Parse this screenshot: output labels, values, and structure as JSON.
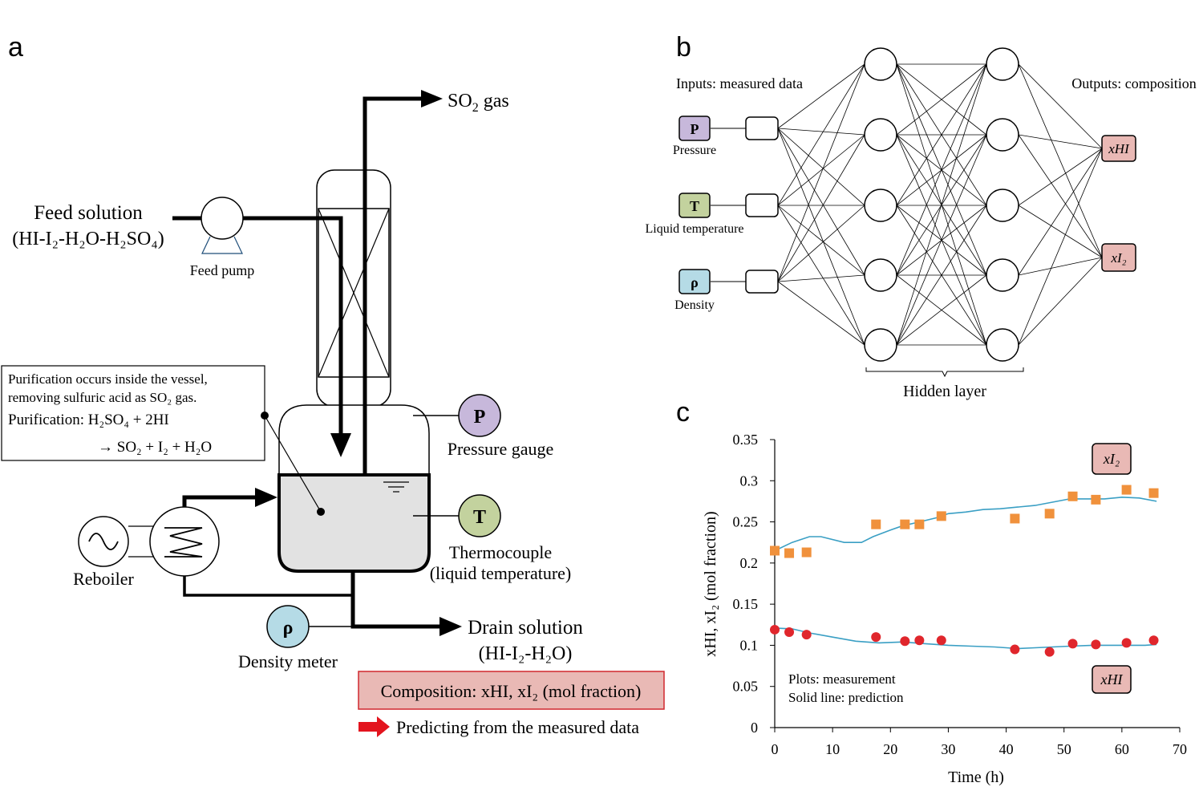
{
  "panel_a": {
    "letter": "a",
    "so2_gas": "SO",
    "so2_gas_sub": "2",
    "so2_gas_tail": " gas",
    "feed_solution": "Feed solution",
    "feed_comp": "(HI-I₂-H₂O-H₂SO₄)",
    "feed_pump": "Feed pump",
    "note_line1": "Purification occurs inside the vessel,",
    "note_line2": "removing sulfuric acid as SO₂ gas.",
    "note_line3": "Purification: H₂SO₄ + 2HI",
    "note_line4": "→ SO₂ + I₂ + H₂O",
    "pressure_symbol": "P",
    "pressure_label": "Pressure gauge",
    "thermo_symbol": "T",
    "thermo_label1": "Thermocouple",
    "thermo_label2": "(liquid temperature)",
    "reboiler": "Reboiler",
    "density_symbol": "ρ",
    "density_label": "Density meter",
    "drain_solution": "Drain solution",
    "drain_comp": "(HI-I₂-H₂O)",
    "composition": "Composition: xHI, xI₂ (mol fraction)",
    "predicting": "Predicting from the measured data",
    "colors": {
      "pressure": "#c7b8db",
      "thermo": "#c3d29e",
      "density": "#b5dbe6",
      "composition": "#e9b9b5",
      "composition_border": "#d0282e",
      "arrow_red": "#e3141e",
      "liquid": "#e2e2e2"
    }
  },
  "panel_b": {
    "letter": "b",
    "inputs_title": "Inputs: measured data",
    "outputs_title": "Outputs: composition",
    "inputs": [
      {
        "symbol": "P",
        "label": "Pressure"
      },
      {
        "symbol": "T",
        "label": "Liquid temperature"
      },
      {
        "symbol": "ρ",
        "label": "Density"
      }
    ],
    "outputs": [
      "xHI",
      "xI₂"
    ],
    "hidden_label": "Hidden layer"
  },
  "panel_c": {
    "letter": "c",
    "legend1": "Plots: measurement",
    "legend2": "Solid line: prediction",
    "label_i2": "xI₂",
    "label_hi": "xHI"
  },
  "chart_data": {
    "type": "scatter",
    "xlabel": "Time (h)",
    "ylabel": "xHI, xI₂ (mol fraction)",
    "xlim": [
      0,
      70
    ],
    "ylim": [
      0,
      0.35
    ],
    "xticks": [
      0,
      10,
      20,
      30,
      40,
      50,
      60,
      70
    ],
    "yticks": [
      "0",
      "0.05",
      "0.1",
      "0.15",
      "0.2",
      "0.25",
      "0.3",
      "0.35"
    ],
    "series": [
      {
        "name": "xI₂",
        "kind": "measurement",
        "color": "#f0913c",
        "points": [
          [
            0,
            0.215
          ],
          [
            2.5,
            0.212
          ],
          [
            5.5,
            0.213
          ],
          [
            17.5,
            0.247
          ],
          [
            22.5,
            0.247
          ],
          [
            25,
            0.247
          ],
          [
            28.8,
            0.257
          ],
          [
            41.5,
            0.254
          ],
          [
            47.5,
            0.26
          ],
          [
            51.5,
            0.281
          ],
          [
            55.5,
            0.277
          ],
          [
            60.8,
            0.289
          ],
          [
            65.5,
            0.285
          ]
        ]
      },
      {
        "name": "xHI",
        "kind": "measurement",
        "color": "#e0262c",
        "points": [
          [
            0,
            0.119
          ],
          [
            2.5,
            0.116
          ],
          [
            5.5,
            0.113
          ],
          [
            17.5,
            0.11
          ],
          [
            22.5,
            0.105
          ],
          [
            25,
            0.106
          ],
          [
            28.8,
            0.106
          ],
          [
            41.5,
            0.095
          ],
          [
            47.5,
            0.092
          ],
          [
            51.5,
            0.102
          ],
          [
            55.5,
            0.101
          ],
          [
            60.8,
            0.103
          ],
          [
            65.5,
            0.106
          ]
        ]
      },
      {
        "name": "xI₂",
        "kind": "prediction",
        "color": "#3a9fc4",
        "points": [
          [
            0,
            0.215
          ],
          [
            3,
            0.225
          ],
          [
            6,
            0.232
          ],
          [
            8,
            0.232
          ],
          [
            12,
            0.225
          ],
          [
            15,
            0.225
          ],
          [
            17,
            0.232
          ],
          [
            20,
            0.24
          ],
          [
            22,
            0.245
          ],
          [
            25,
            0.25
          ],
          [
            28,
            0.255
          ],
          [
            30,
            0.26
          ],
          [
            33,
            0.262
          ],
          [
            36,
            0.265
          ],
          [
            39,
            0.266
          ],
          [
            42,
            0.268
          ],
          [
            45,
            0.27
          ],
          [
            48,
            0.274
          ],
          [
            51,
            0.278
          ],
          [
            54,
            0.278
          ],
          [
            57,
            0.278
          ],
          [
            60,
            0.28
          ],
          [
            63,
            0.279
          ],
          [
            66,
            0.275
          ]
        ]
      },
      {
        "name": "xHI",
        "kind": "prediction",
        "color": "#3a9fc4",
        "points": [
          [
            0,
            0.121
          ],
          [
            3,
            0.12
          ],
          [
            6,
            0.115
          ],
          [
            10,
            0.11
          ],
          [
            14,
            0.105
          ],
          [
            18,
            0.103
          ],
          [
            22,
            0.104
          ],
          [
            26,
            0.102
          ],
          [
            30,
            0.1
          ],
          [
            34,
            0.099
          ],
          [
            38,
            0.098
          ],
          [
            42,
            0.096
          ],
          [
            45,
            0.097
          ],
          [
            48,
            0.098
          ],
          [
            51,
            0.099
          ],
          [
            55,
            0.1
          ],
          [
            60,
            0.1
          ],
          [
            64,
            0.1
          ],
          [
            66,
            0.101
          ]
        ]
      }
    ]
  }
}
